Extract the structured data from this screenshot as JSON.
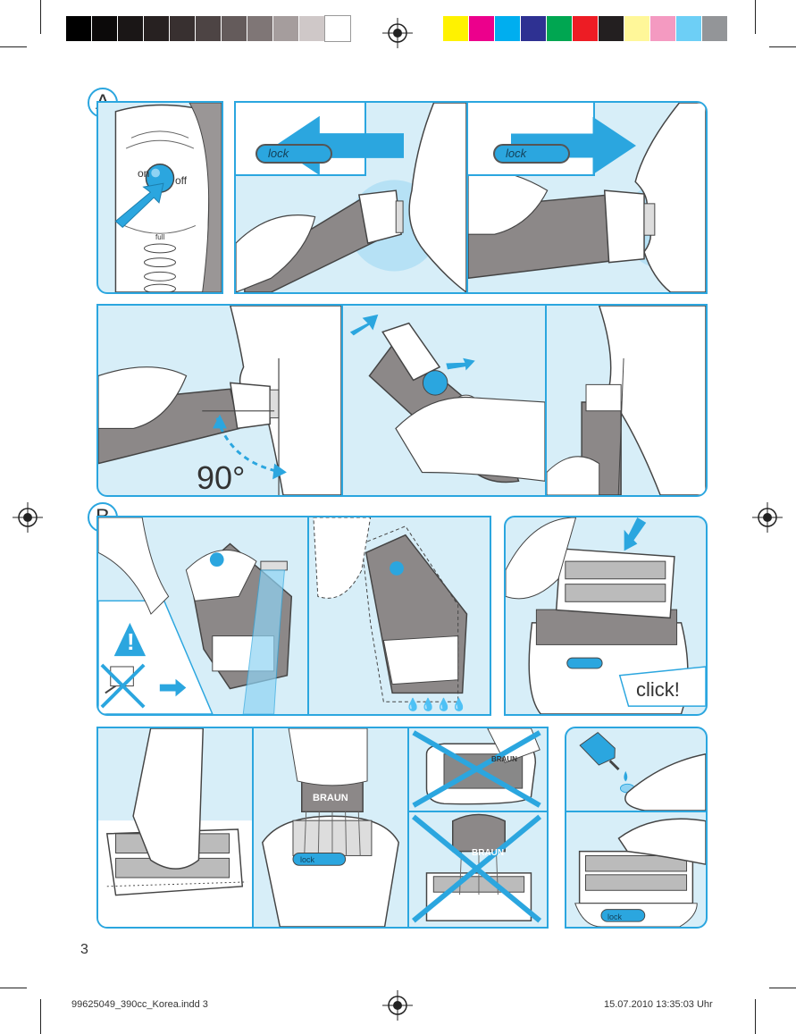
{
  "color_bar": {
    "grays": [
      "#000000",
      "#0c0a0a",
      "#1a1616",
      "#272121",
      "#383030",
      "#4d4444",
      "#645b5b",
      "#7f7676",
      "#a59d9d",
      "#cfc8c8",
      "#ffffff"
    ],
    "process": [
      "#fff200",
      "#ec008c",
      "#00aeef",
      "#2e3192",
      "#00a651",
      "#ed1c24",
      "#231f20",
      "#fff799",
      "#f49ac1",
      "#6dcff6",
      "#939598"
    ]
  },
  "section_a": {
    "letter": "A",
    "switch_on": "on",
    "switch_off": "off",
    "charge_full": "full",
    "lock_left": "lock",
    "lock_right": "lock",
    "angle": "90°"
  },
  "section_b": {
    "letter": "B",
    "warning": "!",
    "click": "click!",
    "brand_brush": "BRAUN",
    "brand_brush2": "BRAUN",
    "brand_cover": "BRAUN",
    "lock_base": "lock",
    "lock_final": "lock"
  },
  "page_number": "3",
  "footer": {
    "file": "99625049_390cc_Korea.indd   3",
    "timestamp": "15.07.2010   13:35:03 Uhr"
  },
  "colors": {
    "accent": "#2ba6df",
    "panel_bg": "#d7eef8"
  }
}
